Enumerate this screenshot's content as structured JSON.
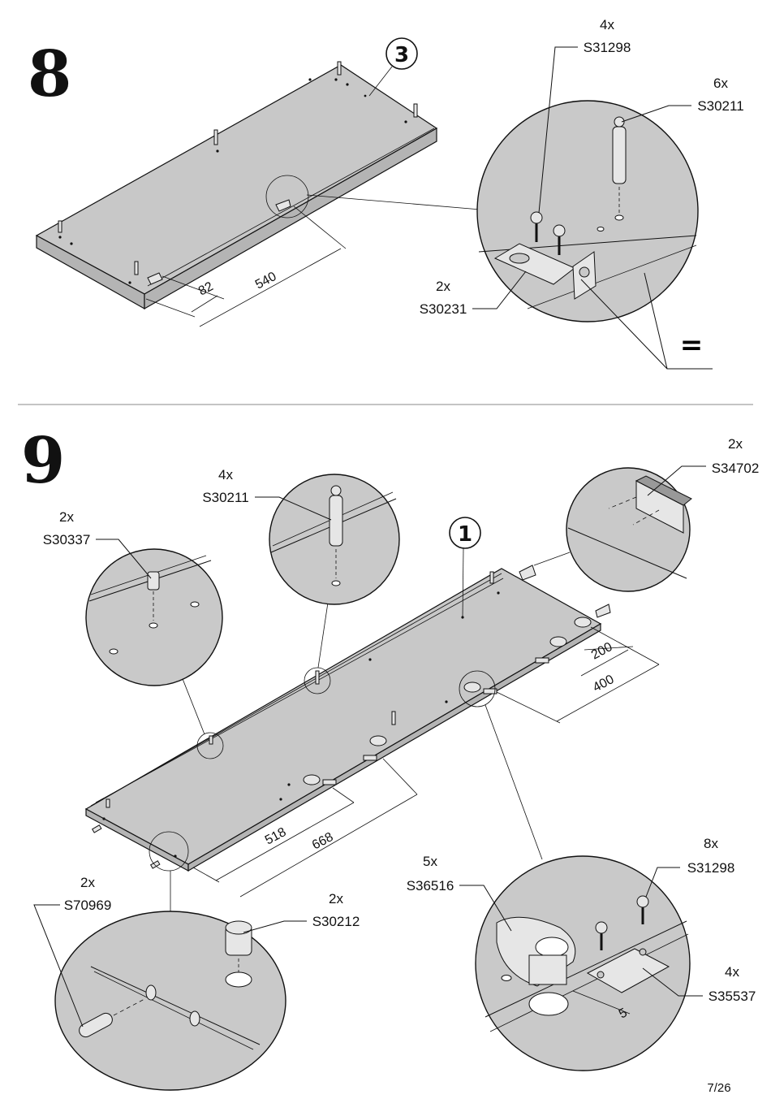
{
  "page": {
    "number": "7/26"
  },
  "step8": {
    "number": "8",
    "part_bubble": "3",
    "dims": {
      "a": "82",
      "b": "540"
    },
    "parts": [
      {
        "qty": "4x",
        "code": "S31298"
      },
      {
        "qty": "6x",
        "code": "S30211"
      },
      {
        "qty": "2x",
        "code": "S30231"
      }
    ],
    "equal_mark": "="
  },
  "step9": {
    "number": "9",
    "part_bubble": "1",
    "dims": {
      "d200": "200",
      "d400": "400",
      "d518": "518",
      "d668": "668",
      "d5": "5"
    },
    "parts": [
      {
        "qty": "2x",
        "code": "S34702"
      },
      {
        "qty": "4x",
        "code": "S30211"
      },
      {
        "qty": "2x",
        "code": "S30337"
      },
      {
        "qty": "2x",
        "code": "S70969"
      },
      {
        "qty": "2x",
        "code": "S30212"
      },
      {
        "qty": "5x",
        "code": "S36516"
      },
      {
        "qty": "8x",
        "code": "S31298"
      },
      {
        "qty": "4x",
        "code": "S35537"
      }
    ]
  },
  "colors": {
    "panel": "#c8c8c8",
    "line": "#111111",
    "background": "#ffffff"
  }
}
